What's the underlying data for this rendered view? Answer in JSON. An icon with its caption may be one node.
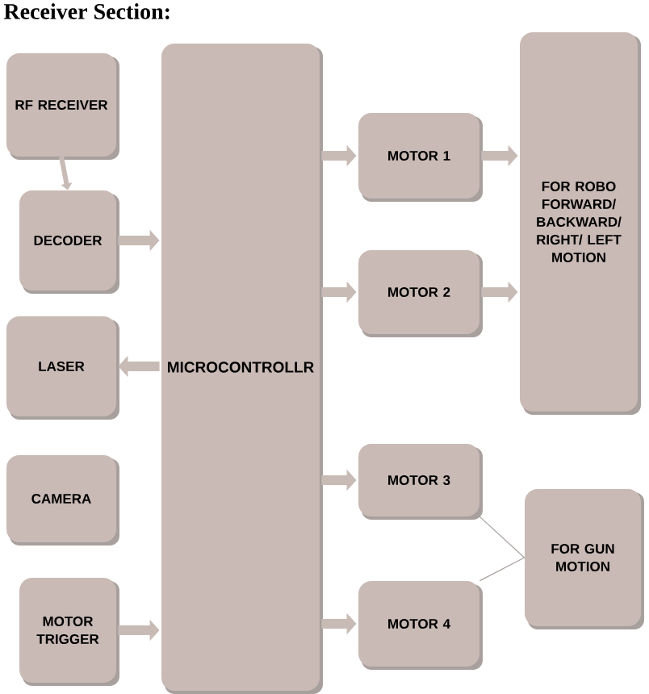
{
  "diagram": {
    "title": "Receiver Section:",
    "nodes": [
      {
        "text": [
          "RF RECEIVER"
        ]
      },
      {
        "text": [
          "DECODER"
        ]
      },
      {
        "text": [
          "LASER"
        ]
      },
      {
        "text": [
          "CAMERA"
        ]
      },
      {
        "text": [
          "MOTOR TRIGGER"
        ]
      },
      {
        "text": [
          "MICROCONTROLLR"
        ]
      },
      {
        "text": [
          "MOTOR 1"
        ]
      },
      {
        "text": [
          "MOTOR 2"
        ]
      },
      {
        "text": [
          "MOTOR 3"
        ]
      },
      {
        "text": [
          "MOTOR 4"
        ]
      },
      {
        "text": [
          "FOR ROBO FORWARD/ BACKWARD/ RIGHT/ LEFT MOTION"
        ]
      },
      {
        "text": [
          "FOR GUN MOTION"
        ]
      }
    ],
    "edges": [
      {
        "from": 0,
        "to": 1,
        "arrow": "to"
      },
      {
        "from": 1,
        "to": 5,
        "arrow": "to"
      },
      {
        "from": 5,
        "to": 2,
        "arrow": "to"
      },
      {
        "from": 4,
        "to": 5,
        "arrow": "to"
      },
      {
        "from": 5,
        "to": 6,
        "arrow": "to"
      },
      {
        "from": 5,
        "to": 7,
        "arrow": "to"
      },
      {
        "from": 5,
        "to": 8,
        "arrow": "to"
      },
      {
        "from": 5,
        "to": 9,
        "arrow": "to"
      },
      {
        "from": 6,
        "to": 10,
        "arrow": "to"
      },
      {
        "from": 7,
        "to": 10,
        "arrow": "to"
      },
      {
        "from": 8,
        "to": 11,
        "arrow": "none"
      },
      {
        "from": 9,
        "to": 11,
        "arrow": "none"
      }
    ]
  }
}
